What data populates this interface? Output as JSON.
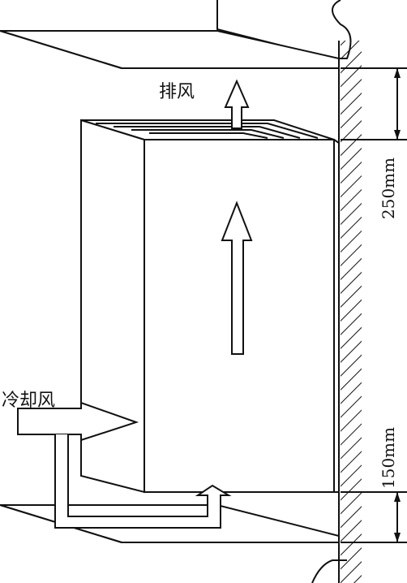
{
  "labels": {
    "exhaust": "排风",
    "cooling": "冷却风",
    "dim_top": "250mm",
    "dim_bottom": "150mm"
  },
  "colors": {
    "line": "#111111",
    "background": "#ffffff"
  }
}
